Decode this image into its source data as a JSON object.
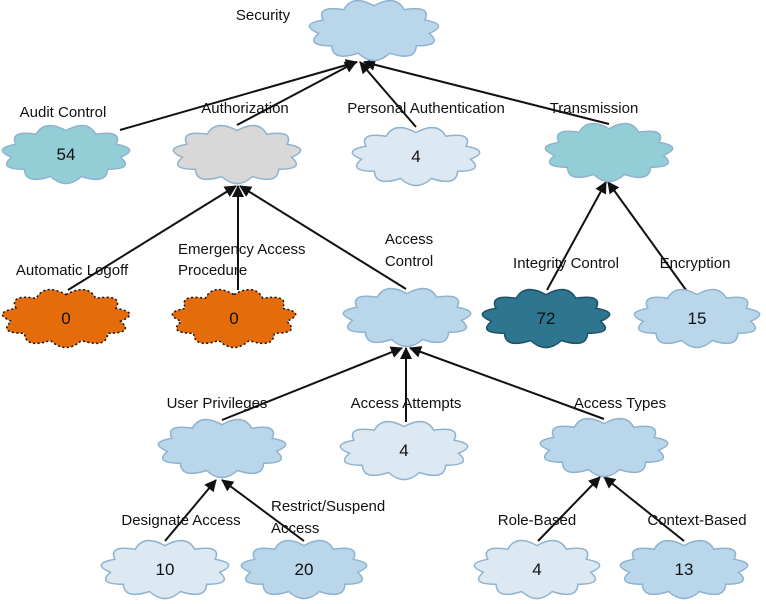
{
  "colors": {
    "light_blue": "#bad6ea",
    "very_light_blue": "#dde9f2",
    "teal_light": "#93cdd6",
    "teal_dark": "#2e7590",
    "gray": "#d8d8d8",
    "orange": "#e46c0a",
    "outline_blue": "#8fb3cf",
    "outline_dark": "#1e5068"
  },
  "nodes": [
    {
      "id": "security",
      "label": "Security",
      "value": "",
      "fill": "light_blue"
    },
    {
      "id": "audit-control",
      "label": "Audit Control",
      "value": "54",
      "fill": "teal_light"
    },
    {
      "id": "authorization",
      "label": "Authorization",
      "value": "",
      "fill": "gray"
    },
    {
      "id": "personal-authentication",
      "label": "Personal Authentication",
      "value": "4",
      "fill": "very_light_blue"
    },
    {
      "id": "transmission",
      "label": "Transmission",
      "value": "",
      "fill": "teal_light"
    },
    {
      "id": "automatic-logoff",
      "label": "Automatic Logoff",
      "value": "0",
      "fill": "orange",
      "dotted": true
    },
    {
      "id": "emergency-access-procedure",
      "label": [
        "Emergency Access",
        "Procedure"
      ],
      "value": "0",
      "fill": "orange",
      "dotted": true
    },
    {
      "id": "access-control",
      "label": [
        "Access",
        "Control"
      ],
      "value": "",
      "fill": "light_blue"
    },
    {
      "id": "integrity-control",
      "label": "Integrity Control",
      "value": "72",
      "fill": "teal_dark"
    },
    {
      "id": "encryption",
      "label": "Encryption",
      "value": "15",
      "fill": "light_blue"
    },
    {
      "id": "user-privileges",
      "label": "User Privileges",
      "value": "",
      "fill": "light_blue"
    },
    {
      "id": "access-attempts",
      "label": "Access Attempts",
      "value": "4",
      "fill": "very_light_blue"
    },
    {
      "id": "access-types",
      "label": "Access Types",
      "value": "",
      "fill": "light_blue"
    },
    {
      "id": "designate-access",
      "label": "Designate Access",
      "value": "10",
      "fill": "very_light_blue"
    },
    {
      "id": "restrict-suspend-access",
      "label": [
        "Restrict/Suspend",
        "Access"
      ],
      "value": "20",
      "fill": "light_blue"
    },
    {
      "id": "role-based",
      "label": "Role-Based",
      "value": "4",
      "fill": "very_light_blue"
    },
    {
      "id": "context-based",
      "label": "Context-Based",
      "value": "13",
      "fill": "light_blue"
    }
  ],
  "edges": [
    {
      "from": "audit-control",
      "to": "security"
    },
    {
      "from": "authorization",
      "to": "security"
    },
    {
      "from": "personal-authentication",
      "to": "security"
    },
    {
      "from": "transmission",
      "to": "security"
    },
    {
      "from": "automatic-logoff",
      "to": "authorization"
    },
    {
      "from": "emergency-access-procedure",
      "to": "authorization"
    },
    {
      "from": "access-control",
      "to": "authorization"
    },
    {
      "from": "integrity-control",
      "to": "transmission"
    },
    {
      "from": "encryption",
      "to": "transmission"
    },
    {
      "from": "user-privileges",
      "to": "access-control"
    },
    {
      "from": "access-attempts",
      "to": "access-control"
    },
    {
      "from": "access-types",
      "to": "access-control"
    },
    {
      "from": "designate-access",
      "to": "user-privileges"
    },
    {
      "from": "restrict-suspend-access",
      "to": "user-privileges"
    },
    {
      "from": "role-based",
      "to": "access-types"
    },
    {
      "from": "context-based",
      "to": "access-types"
    }
  ]
}
